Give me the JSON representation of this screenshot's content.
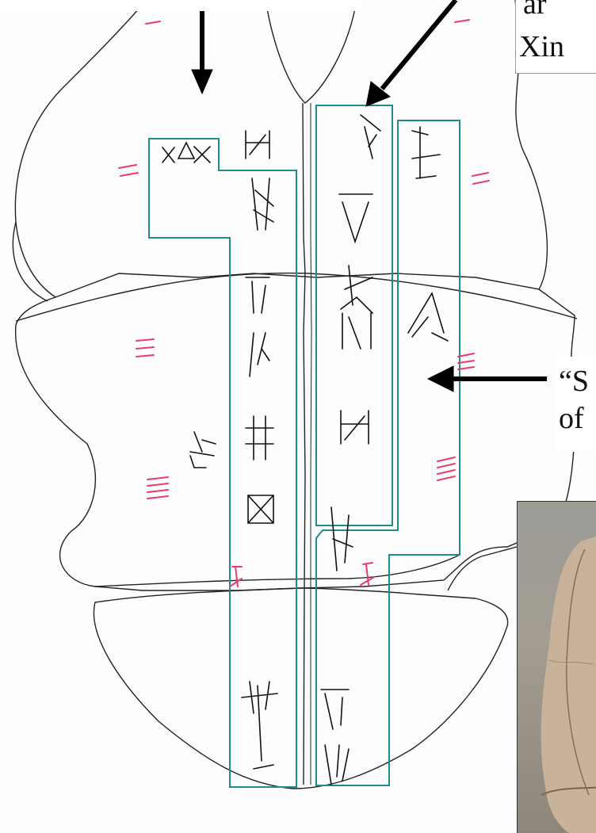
{
  "captions": {
    "top_right_line1": "ar",
    "top_right_line2": "Xin",
    "mid_right_line1": "“S",
    "mid_right_line2": "of"
  },
  "colors": {
    "outline": "#222222",
    "column_box": "#1f8c8c",
    "pink_marks": "#e83c6a",
    "arrow": "#000000"
  },
  "photo": {
    "caption": ""
  }
}
